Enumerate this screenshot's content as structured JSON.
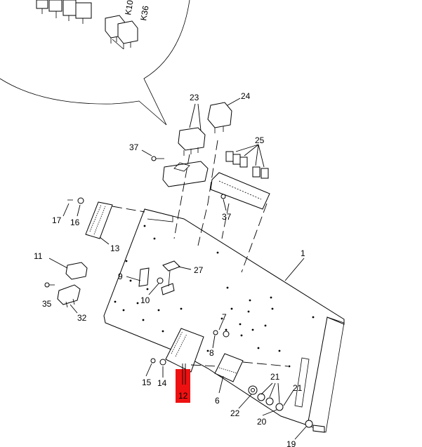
{
  "diagram": {
    "callouts": [
      {
        "id": "c1",
        "text": "1"
      },
      {
        "id": "c6",
        "text": "6"
      },
      {
        "id": "c7",
        "text": "7"
      },
      {
        "id": "c8",
        "text": "8"
      },
      {
        "id": "c9",
        "text": "9"
      },
      {
        "id": "c10",
        "text": "10"
      },
      {
        "id": "c11",
        "text": "11"
      },
      {
        "id": "c12",
        "text": "12"
      },
      {
        "id": "c13",
        "text": "13"
      },
      {
        "id": "c14",
        "text": "14"
      },
      {
        "id": "c15",
        "text": "15"
      },
      {
        "id": "c16",
        "text": "16"
      },
      {
        "id": "c17",
        "text": "17"
      },
      {
        "id": "c19",
        "text": "19"
      },
      {
        "id": "c20",
        "text": "20"
      },
      {
        "id": "c21a",
        "text": "21"
      },
      {
        "id": "c21b",
        "text": "21"
      },
      {
        "id": "c22",
        "text": "22"
      },
      {
        "id": "c23",
        "text": "23"
      },
      {
        "id": "c24",
        "text": "24"
      },
      {
        "id": "c25",
        "text": "25"
      },
      {
        "id": "c27",
        "text": "27"
      },
      {
        "id": "c32",
        "text": "32"
      },
      {
        "id": "c35",
        "text": "35"
      },
      {
        "id": "c37a",
        "text": "37"
      },
      {
        "id": "c37b",
        "text": "37"
      }
    ],
    "relay_labels": [
      "K10",
      "K36"
    ],
    "highlight_color": "#ee1111"
  }
}
